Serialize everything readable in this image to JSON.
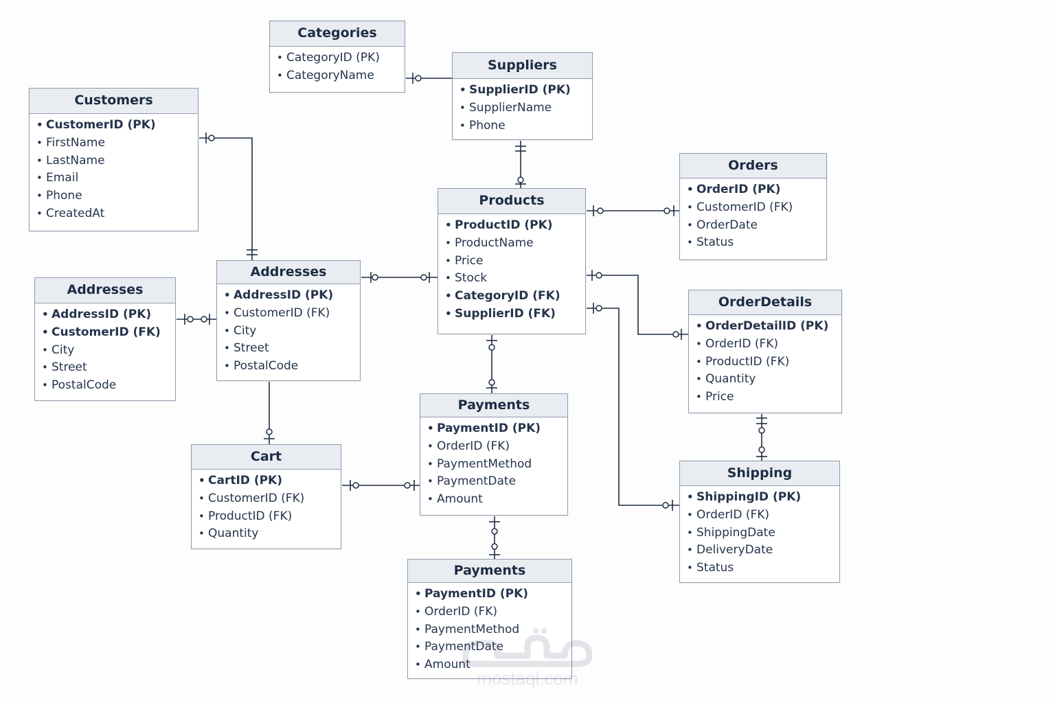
{
  "entities": [
    {
      "title": "Categories",
      "attrs": [
        {
          "text": "CategoryID  (PK)",
          "bold": false
        },
        {
          "text": "CategoryName",
          "bold": false
        }
      ]
    },
    {
      "title": "Suppliers",
      "attrs": [
        {
          "text": "SupplierID  (PK)",
          "bold": true
        },
        {
          "text": "SupplierName",
          "bold": false
        },
        {
          "text": "Phone",
          "bold": false
        }
      ]
    },
    {
      "title": "Customers",
      "attrs": [
        {
          "text": "CustomerID  (PK)",
          "bold": true
        },
        {
          "text": "FirstName",
          "bold": false
        },
        {
          "text": "LastName",
          "bold": false
        },
        {
          "text": "Email",
          "bold": false
        },
        {
          "text": "Phone",
          "bold": false
        },
        {
          "text": "CreatedAt",
          "bold": false
        }
      ]
    },
    {
      "title": "Products",
      "attrs": [
        {
          "text": "ProductID  (PK)",
          "bold": true
        },
        {
          "text": "ProductName",
          "bold": false
        },
        {
          "text": "Price",
          "bold": false
        },
        {
          "text": "Stock",
          "bold": false
        },
        {
          "text": "CategoryID  (FK)",
          "bold": true
        },
        {
          "text": "SupplierID  (FK)",
          "bold": true
        }
      ]
    },
    {
      "title": "Orders",
      "attrs": [
        {
          "text": "OrderID  (PK)",
          "bold": true
        },
        {
          "text": "CustomerID  (FK)",
          "bold": false
        },
        {
          "text": "OrderDate",
          "bold": false
        },
        {
          "text": "Status",
          "bold": false
        }
      ]
    },
    {
      "title": "Addresses",
      "attrs": [
        {
          "text": "AddressID  (PK)",
          "bold": true
        },
        {
          "text": "CustomerID  (FK)",
          "bold": false
        },
        {
          "text": "City",
          "bold": false
        },
        {
          "text": "Street",
          "bold": false
        },
        {
          "text": "PostalCode",
          "bold": false
        }
      ]
    },
    {
      "title": "Addresses",
      "attrs": [
        {
          "text": "AddressID  (PK)",
          "bold": true
        },
        {
          "text": "CustomerID  (FK)",
          "bold": true
        },
        {
          "text": "City",
          "bold": false
        },
        {
          "text": "Street",
          "bold": false
        },
        {
          "text": "PostalCode",
          "bold": false
        }
      ]
    },
    {
      "title": "OrderDetails",
      "attrs": [
        {
          "text": "OrderDetailID  (PK)",
          "bold": true
        },
        {
          "text": "OrderID  (FK)",
          "bold": false
        },
        {
          "text": "ProductID  (FK)",
          "bold": false
        },
        {
          "text": "Quantity",
          "bold": false
        },
        {
          "text": "Price",
          "bold": false
        }
      ]
    },
    {
      "title": "Payments",
      "attrs": [
        {
          "text": "PaymentID  (PK)",
          "bold": true
        },
        {
          "text": "OrderID  (FK)",
          "bold": false
        },
        {
          "text": "PaymentMethod",
          "bold": false
        },
        {
          "text": "PaymentDate",
          "bold": false
        },
        {
          "text": "Amount",
          "bold": false
        }
      ]
    },
    {
      "title": "Cart",
      "attrs": [
        {
          "text": "CartID   (PK)",
          "bold": true
        },
        {
          "text": "CustomerID  (FK)",
          "bold": false
        },
        {
          "text": "ProductID  (FK)",
          "bold": false
        },
        {
          "text": "Quantity",
          "bold": false
        }
      ]
    },
    {
      "title": "Shipping",
      "attrs": [
        {
          "text": "ShippingID  (PK)",
          "bold": true
        },
        {
          "text": "OrderID  (FK)",
          "bold": false
        },
        {
          "text": "ShippingDate",
          "bold": false
        },
        {
          "text": "DeliveryDate",
          "bold": false
        },
        {
          "text": "Status",
          "bold": false
        }
      ]
    },
    {
      "title": "Payments",
      "attrs": [
        {
          "text": "PaymentID  (PK)",
          "bold": true
        },
        {
          "text": "OrderID  (FK)",
          "bold": false
        },
        {
          "text": "PaymentMethod",
          "bold": false
        },
        {
          "text": "PaymentDate",
          "bold": false
        },
        {
          "text": "Amount",
          "bold": false
        }
      ]
    }
  ],
  "watermark": {
    "arabic": "مستقل",
    "latin": "mostaql.com"
  },
  "colors": {
    "line": "#1f2d44",
    "border": "#8d9bad",
    "header_bg": "#e9edf1"
  }
}
